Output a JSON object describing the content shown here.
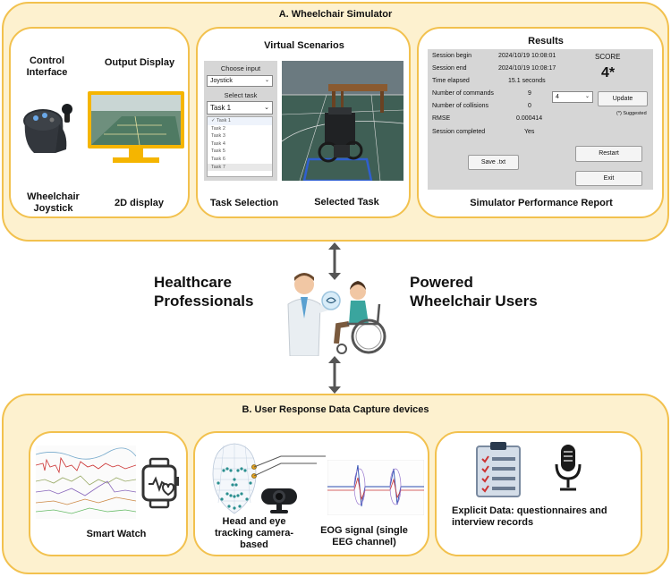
{
  "section_a": {
    "title": "A. Wheelchair Simulator",
    "control_panel": {
      "control_interface_l1": "Control",
      "control_interface_l2": "Interface",
      "output_display": "Output Display",
      "joystick_l1": "Wheelchair",
      "joystick_l2": "Joystick",
      "display_2d": "2D display"
    },
    "scenarios_panel": {
      "title": "Virtual Scenarios",
      "choose_input": "Choose input",
      "input_value": "Joystick",
      "select_task": "Select task",
      "task_value": "Task 1",
      "tasks": [
        "Task 1",
        "Task 2",
        "Task 3",
        "Task 4",
        "Task 5",
        "Task 6",
        "Task 7"
      ],
      "task_selection": "Task Selection",
      "selected_task": "Selected Task"
    },
    "results_panel": {
      "title": "Results",
      "session_begin_label": "Session begin",
      "session_begin_value": "2024/10/19 10:08:01",
      "session_end_label": "Session end",
      "session_end_value": "2024/10/19 10:08:17",
      "time_elapsed_label": "Time elapsed",
      "time_elapsed_value": "15.1 seconds",
      "commands_label": "Number of commands",
      "commands_value": "9",
      "collisions_label": "Number of collisions",
      "collisions_value": "0",
      "rmse_label": "RMSE",
      "rmse_value": "0.000414",
      "completed_label": "Session completed",
      "completed_value": "Yes",
      "score_label": "SCORE",
      "score_value": "4*",
      "score_select": "4",
      "update_button": "Update",
      "suggested_note": "(*) Suggested",
      "save_button": "Save .txt",
      "restart_button": "Restart",
      "exit_button": "Exit",
      "caption": "Simulator Performance Report"
    }
  },
  "middle": {
    "healthcare_l1": "Healthcare",
    "healthcare_l2": "Professionals",
    "users_l1": "Powered",
    "users_l2": "Wheelchair Users"
  },
  "section_b": {
    "title": "B. User Response Data Capture devices",
    "smart_watch": "Smart Watch",
    "head_eye_l1": "Head and eye",
    "head_eye_l2": "tracking camera-",
    "head_eye_l3": "based",
    "eog_l1": "EOG signal (single",
    "eog_l2": "EEG channel)",
    "explicit_l1": "Explicit Data: questionnaires and",
    "explicit_l2": "interview records"
  },
  "colors": {
    "section_fill": "#fdf1cf",
    "section_border": "#f2c14e",
    "arrow": "#555555"
  }
}
